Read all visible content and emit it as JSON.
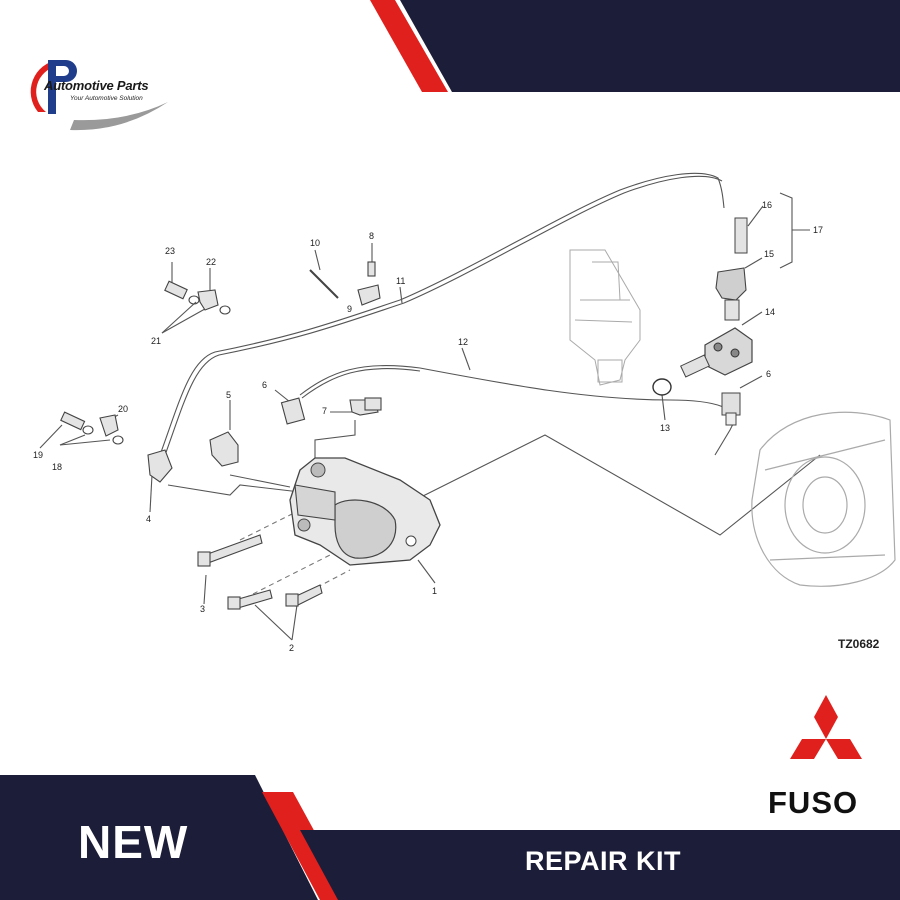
{
  "brand": {
    "logo_name": "Automotive Parts",
    "logo_tagline": "Your Automotive Solution",
    "maker": "FUSO",
    "colors": {
      "navy": "#1c1d38",
      "red": "#e0201c",
      "logo_blue": "#1f3d8a"
    }
  },
  "banner": {
    "badge": "NEW",
    "product": "REPAIR KIT"
  },
  "diagram": {
    "code": "TZ0682",
    "callouts": [
      {
        "id": "c1",
        "label": "1"
      },
      {
        "id": "c2",
        "label": "2"
      },
      {
        "id": "c3",
        "label": "3"
      },
      {
        "id": "c4",
        "label": "4"
      },
      {
        "id": "c5",
        "label": "5"
      },
      {
        "id": "c6a",
        "label": "6"
      },
      {
        "id": "c6b",
        "label": "6"
      },
      {
        "id": "c7",
        "label": "7"
      },
      {
        "id": "c8",
        "label": "8"
      },
      {
        "id": "c9",
        "label": "9"
      },
      {
        "id": "c10",
        "label": "10"
      },
      {
        "id": "c11",
        "label": "11"
      },
      {
        "id": "c12",
        "label": "12"
      },
      {
        "id": "c13",
        "label": "13"
      },
      {
        "id": "c14",
        "label": "14"
      },
      {
        "id": "c15",
        "label": "15"
      },
      {
        "id": "c16",
        "label": "16"
      },
      {
        "id": "c17",
        "label": "17"
      },
      {
        "id": "c18",
        "label": "18"
      },
      {
        "id": "c19",
        "label": "19"
      },
      {
        "id": "c20",
        "label": "20"
      },
      {
        "id": "c21",
        "label": "21"
      },
      {
        "id": "c22",
        "label": "22"
      },
      {
        "id": "c23",
        "label": "23"
      }
    ]
  }
}
